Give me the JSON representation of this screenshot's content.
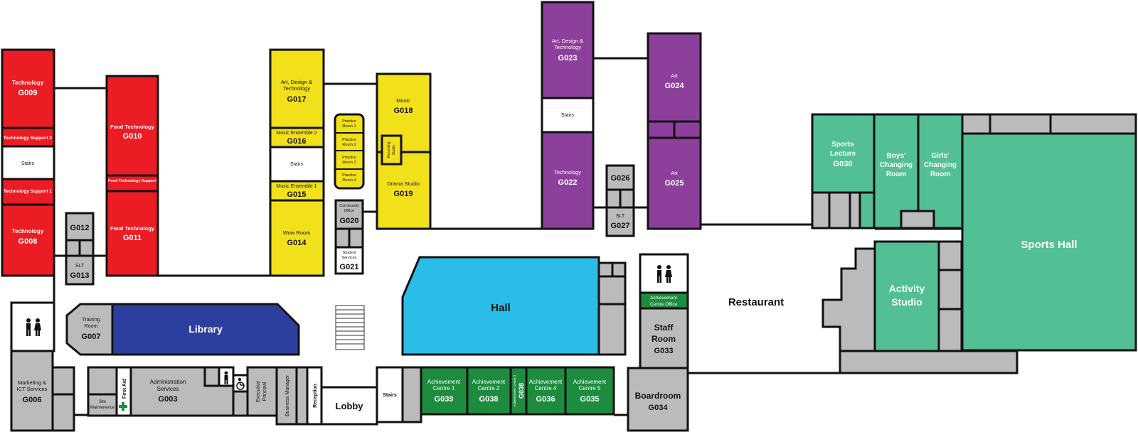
{
  "colors": {
    "tech": "#ec1c24",
    "yellow": "#f2e01b",
    "purple": "#8d3f9c",
    "sports": "#52bf94",
    "hall": "#2abde8",
    "library": "#2c3f9e",
    "achieve": "#1d8c3e",
    "grey": "#bbbbbb",
    "white": "#ffffff"
  },
  "icons": {
    "toilet": "toilet-icon",
    "accessible": "accessible-toilet-icon",
    "first_aid_cross": "first-aid-cross-icon"
  },
  "rooms": {
    "g009": {
      "name": "Technology",
      "code": "G009"
    },
    "tech_support2": {
      "name": "Technology Support 2"
    },
    "stairs_west": {
      "name": "Stairs"
    },
    "tech_support1": {
      "name": "Technology Support 1"
    },
    "g008": {
      "name": "Technology",
      "code": "G008"
    },
    "g010": {
      "name": "Food Technology",
      "code": "G010"
    },
    "food_support": {
      "name": "Food Technology Support"
    },
    "g011": {
      "name": "Food Technology",
      "code": "G011"
    },
    "g012": {
      "code": "G012"
    },
    "g013": {
      "name": "SLT",
      "code": "G013"
    },
    "g017": {
      "name1": "Art, Design &",
      "name2": "Technology",
      "code": "G017"
    },
    "g016": {
      "name": "Music Ensemble 2",
      "code": "G016"
    },
    "stairs_mid": {
      "name": "Stairs"
    },
    "g015": {
      "name": "Music Ensemble 1",
      "code": "G015"
    },
    "g014": {
      "name": "Wow Room",
      "code": "G014"
    },
    "practice1": {
      "name1": "Practice",
      "name2": "Room 1"
    },
    "practice2": {
      "name1": "Practice",
      "name2": "Room 2"
    },
    "practice3": {
      "name1": "Practice",
      "name2": "Room 3"
    },
    "practice4": {
      "name1": "Practice",
      "name2": "Room 4"
    },
    "g020": {
      "name1": "Community",
      "name2": "Office",
      "code": "G020"
    },
    "g021": {
      "name1": "Student",
      "name2": "Services",
      "code": "G021"
    },
    "g018": {
      "name": "Music",
      "code": "G018"
    },
    "recording": {
      "name1": "Recording",
      "name2": "Studio"
    },
    "g019": {
      "name": "Drama Studio",
      "code": "G019"
    },
    "g023": {
      "name1": "Art, Design &",
      "name2": "Technology",
      "code": "G023"
    },
    "stairs_purple": {
      "name": "Stairs"
    },
    "g022": {
      "name": "Technology",
      "code": "G022"
    },
    "g026": {
      "code": "G026"
    },
    "g027": {
      "name": "SLT",
      "code": "G027"
    },
    "g024": {
      "name": "Art",
      "code": "G024"
    },
    "g025": {
      "name": "Art",
      "code": "G025"
    },
    "g030": {
      "name1": "Sports",
      "name2": "Lecture",
      "code": "G030"
    },
    "boys": {
      "name1": "Boys'",
      "name2": "Changing",
      "name3": "Room"
    },
    "girls": {
      "name1": "Girls'",
      "name2": "Changing",
      "name3": "Room"
    },
    "sports_hall": {
      "name": "Sports Hall"
    },
    "activity": {
      "name1": "Activity",
      "name2": "Studio"
    },
    "restaurant": {
      "name": "Restaurant"
    },
    "hall": {
      "name": "Hall"
    },
    "library": {
      "name": "Library"
    },
    "g007": {
      "name1": "Training",
      "name2": "Room",
      "code": "G007"
    },
    "g006": {
      "name1": "Marketing &",
      "name2": "ICT Services",
      "code": "G006"
    },
    "site": {
      "name1": "Site",
      "name2": "Maintenence"
    },
    "first_aid": {
      "name": "First Aid"
    },
    "g003": {
      "name1": "Administration",
      "name2": "Services",
      "code": "G003"
    },
    "exec": {
      "name1": "Executive",
      "name2": "Principal"
    },
    "business": {
      "name": "Business Manager"
    },
    "reception": {
      "name": "Reception"
    },
    "lobby": {
      "name": "Lobby"
    },
    "stairs_lobby": {
      "name": "Stairs"
    },
    "g039": {
      "name1": "Achievement",
      "name2": "Centre 1",
      "code": "G039"
    },
    "g038": {
      "name1": "Achievement",
      "name2": "Centre 2",
      "code": "G038"
    },
    "g038b": {
      "name": "Achievement Centre 3",
      "code": "G038"
    },
    "g036": {
      "name1": "Achievement",
      "name2": "Centre 4",
      "code": "G036"
    },
    "g035": {
      "name1": "Achievement",
      "name2": "Centre 5",
      "code": "G035"
    },
    "ach_office": {
      "name1": "Achievement",
      "name2": "Centre Office"
    },
    "g033": {
      "name1": "Staff",
      "name2": "Room",
      "code": "G033"
    },
    "g034": {
      "name": "Boardroom",
      "code": "G034"
    }
  }
}
